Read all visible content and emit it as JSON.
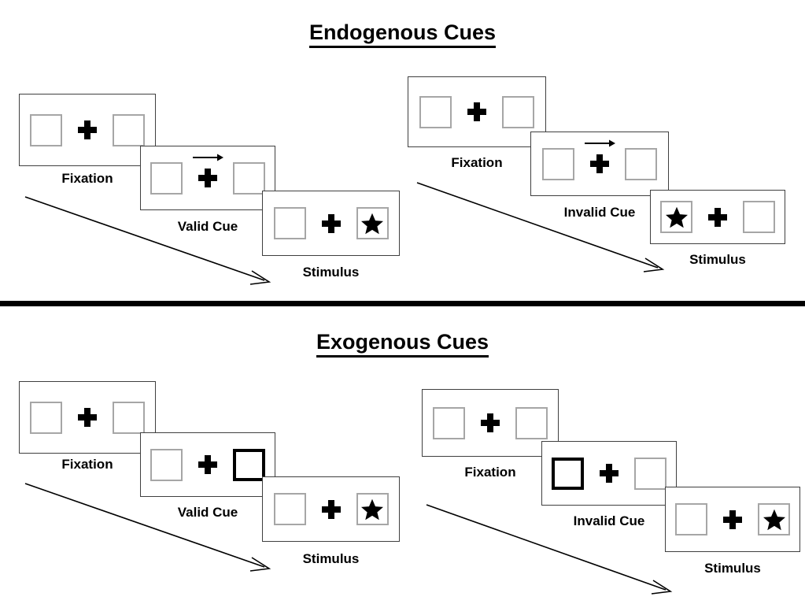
{
  "figure": {
    "sections": [
      {
        "id": "endogenous",
        "title": "Endogenous Cues",
        "sequences": [
          {
            "id": "endogenous-valid",
            "cue_type": "Valid Cue",
            "panels": [
              {
                "caption": "Fixation",
                "left_box": "empty",
                "right_box": "empty",
                "cue": "none",
                "center_icon": "fixation-cross"
              },
              {
                "caption": "Valid Cue",
                "left_box": "empty",
                "right_box": "empty",
                "cue": "arrow-right",
                "center_icon": "fixation-cross"
              },
              {
                "caption": "Stimulus",
                "left_box": "empty",
                "right_box": "star",
                "cue": "none",
                "center_icon": "fixation-cross"
              }
            ]
          },
          {
            "id": "endogenous-invalid",
            "cue_type": "Invalid Cue",
            "panels": [
              {
                "caption": "Fixation",
                "left_box": "empty",
                "right_box": "empty",
                "cue": "none",
                "center_icon": "fixation-cross"
              },
              {
                "caption": "Invalid Cue",
                "left_box": "empty",
                "right_box": "empty",
                "cue": "arrow-right",
                "center_icon": "fixation-cross"
              },
              {
                "caption": "Stimulus",
                "left_box": "star",
                "right_box": "empty",
                "cue": "none",
                "center_icon": "fixation-cross"
              }
            ]
          }
        ]
      },
      {
        "id": "exogenous",
        "title": "Exogenous Cues",
        "sequences": [
          {
            "id": "exogenous-valid",
            "cue_type": "Valid Cue",
            "panels": [
              {
                "caption": "Fixation",
                "left_box": "empty",
                "right_box": "empty",
                "cue": "none",
                "center_icon": "fixation-cross"
              },
              {
                "caption": "Valid Cue",
                "left_box": "empty",
                "right_box": "highlighted",
                "cue": "box-flash-right",
                "center_icon": "fixation-cross"
              },
              {
                "caption": "Stimulus",
                "left_box": "empty",
                "right_box": "star",
                "cue": "none",
                "center_icon": "fixation-cross"
              }
            ]
          },
          {
            "id": "exogenous-invalid",
            "cue_type": "Invalid Cue",
            "panels": [
              {
                "caption": "Fixation",
                "left_box": "empty",
                "right_box": "empty",
                "cue": "none",
                "center_icon": "fixation-cross"
              },
              {
                "caption": "Invalid Cue",
                "left_box": "highlighted",
                "right_box": "empty",
                "cue": "box-flash-left",
                "center_icon": "fixation-cross"
              },
              {
                "caption": "Stimulus",
                "left_box": "empty",
                "right_box": "star",
                "cue": "none",
                "center_icon": "fixation-cross"
              }
            ]
          }
        ]
      }
    ],
    "colors": {
      "background": "#ffffff",
      "panel_border": "#3f3f3f",
      "box_border": "#a6a6a6",
      "box_highlight_border": "#000000",
      "ink": "#000000",
      "divider": "#000000"
    }
  }
}
